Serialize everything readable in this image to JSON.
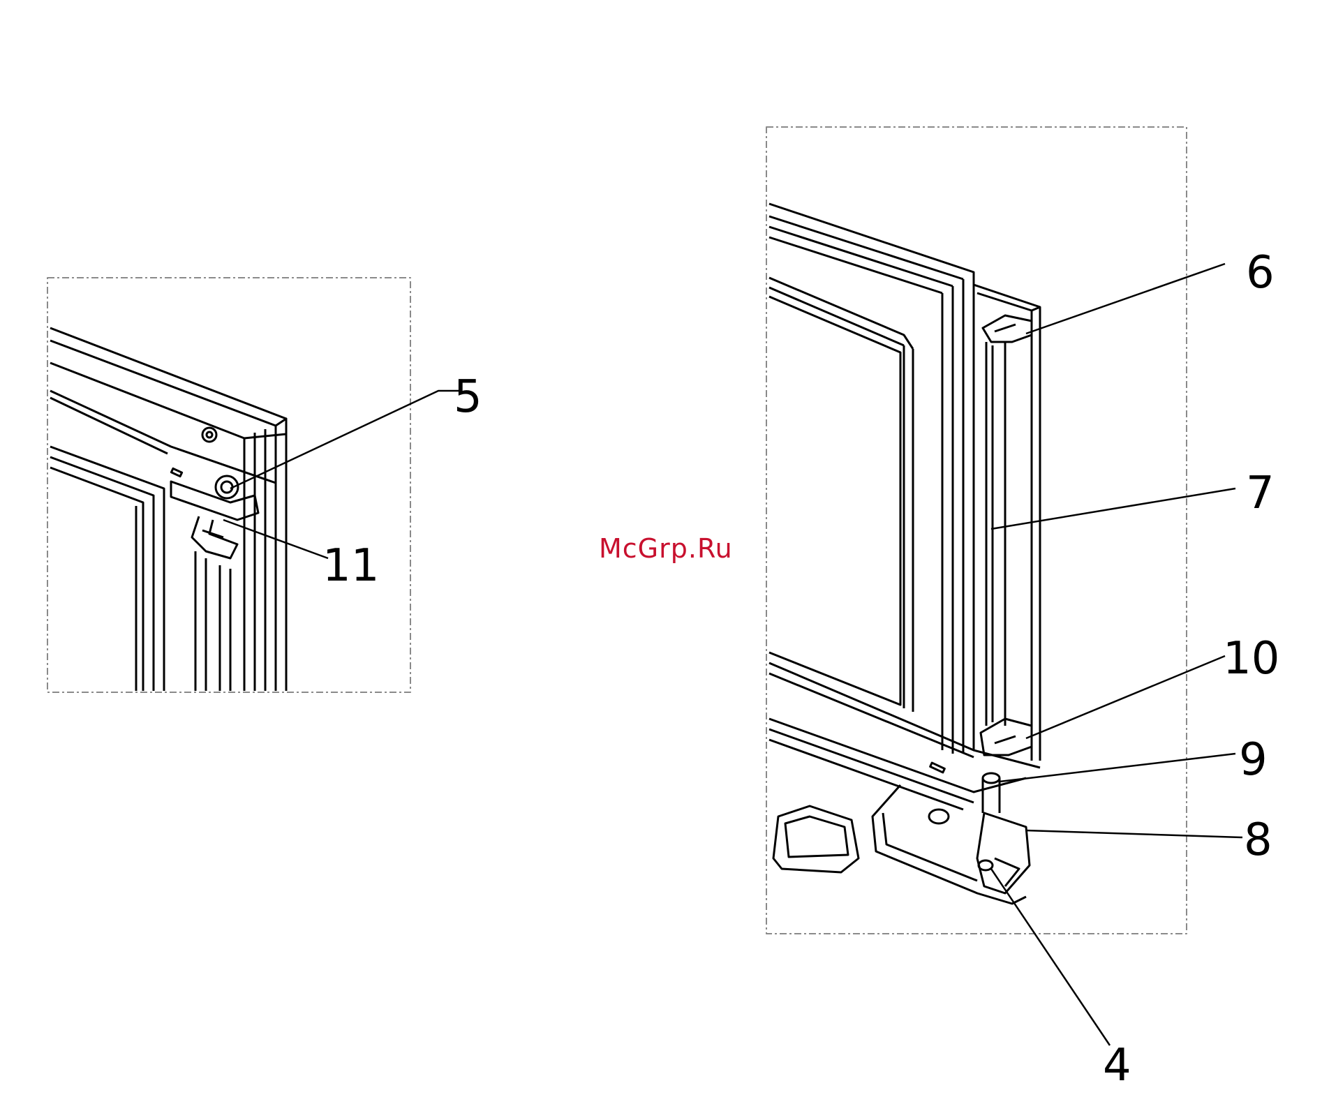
{
  "watermark": "McGrp.Ru",
  "callouts": {
    "c5": "5",
    "c11": "11",
    "c6": "6",
    "c7": "7",
    "c10": "10",
    "c9": "9",
    "c8": "8",
    "c4": "4"
  },
  "colors": {
    "line": "#000000",
    "border": "#8a8a8a",
    "watermark": "#c8102e"
  }
}
